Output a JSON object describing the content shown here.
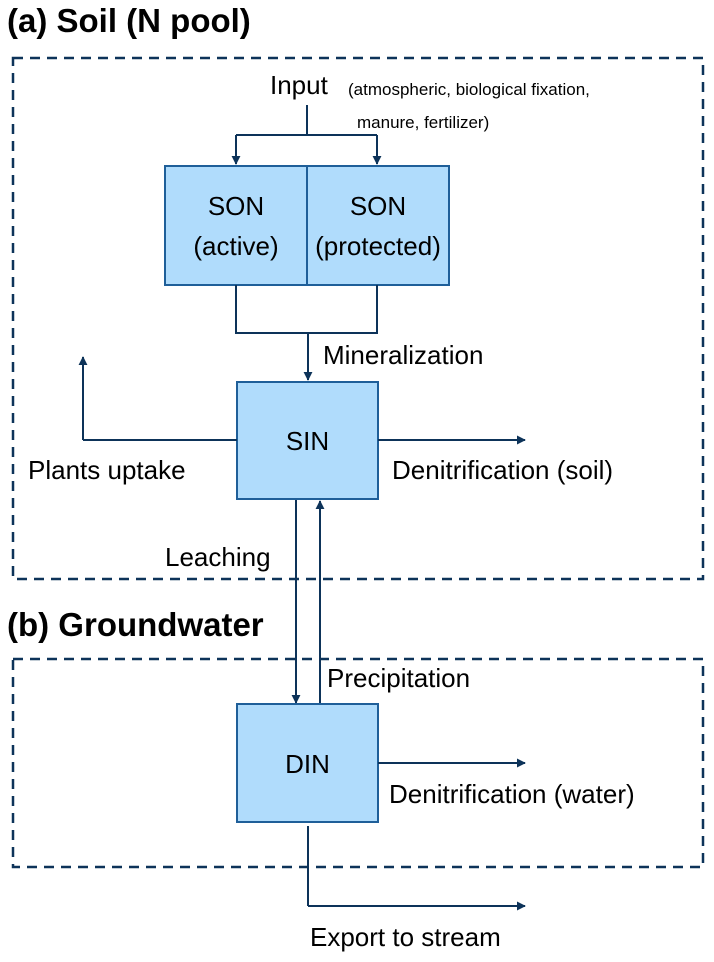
{
  "colors": {
    "box_fill": "#b0dcfc",
    "box_border": "#1f5f99",
    "arrow": "#0d3359",
    "dashed_border": "#0d3359"
  },
  "sections": {
    "soil": {
      "title": "(a) Soil (N pool)"
    },
    "groundwater": {
      "title": "(b) Groundwater"
    }
  },
  "input": {
    "label": "Input",
    "detail_line1": "(atmospheric, biological fixation,",
    "detail_line2": "manure, fertilizer)"
  },
  "boxes": {
    "son_active": {
      "line1": "SON",
      "line2": "(active)"
    },
    "son_protected": {
      "line1": "SON",
      "line2": "(protected)"
    },
    "sin": {
      "label": "SIN"
    },
    "din": {
      "label": "DIN"
    }
  },
  "flows": {
    "mineralization": "Mineralization",
    "plants_uptake": "Plants uptake",
    "denitrification_soil": "Denitrification (soil)",
    "leaching": "Leaching",
    "precipitation": "Precipitation",
    "denitrification_water": "Denitrification (water)",
    "export": "Export to stream"
  }
}
